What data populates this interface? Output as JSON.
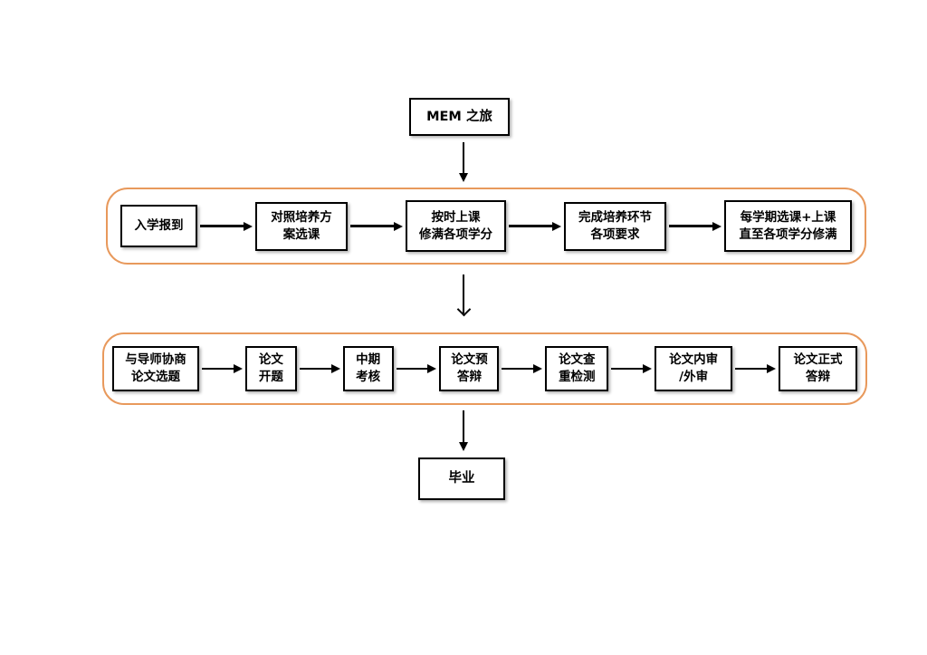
{
  "diagram": {
    "title_node": "MEM 之旅",
    "stage1": {
      "steps": [
        "入学报到",
        "对照培养方\n案选课",
        "按时上课\n修满各项学分",
        "完成培养环节\n各项要求",
        "每学期选课+上课\n直至各项学分修满"
      ]
    },
    "stage2": {
      "steps": [
        "与导师协商\n论文选题",
        "论文\n开题",
        "中期\n考核",
        "论文预\n答辩",
        "论文查\n重检测",
        "论文内审\n/外审",
        "论文正式\n答辩"
      ]
    },
    "end_node": "毕业",
    "colors": {
      "stage_border": "#E8995C",
      "node_border": "#000000",
      "background": "#FFFFFF",
      "text": "#000000"
    }
  }
}
